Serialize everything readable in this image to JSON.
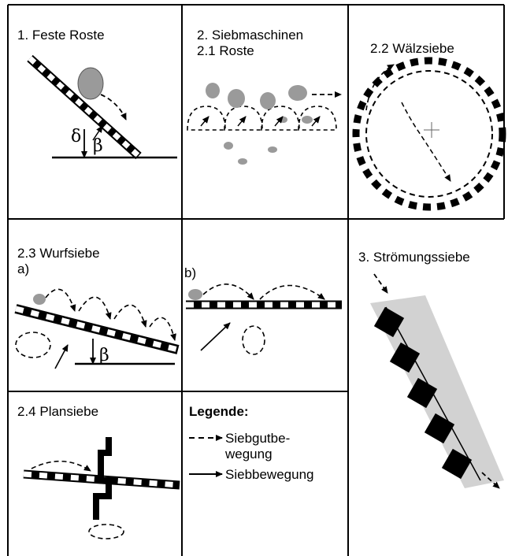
{
  "panels": {
    "p1_title": "1. Feste Roste",
    "p2_title": "2. Siebmaschinen",
    "p2_subtitle": "2.1 Roste",
    "p3_title": "2.2 Wälzsiebe",
    "p4_title": "2.3 Wurfsiebe",
    "p4_sub_a": "a)",
    "p5_sub_b": "b)",
    "p6_title": "3. Strömungssiebe",
    "p7_title": "2.4 Plansiebe"
  },
  "symbols": {
    "beta": "β",
    "delta": "δ"
  },
  "legend": {
    "title": "Legende:",
    "item1_line1": "Siebgutbe-",
    "item1_line2": "wegung",
    "item2": "Siebbewegung"
  },
  "colors": {
    "ink": "#000000",
    "particle_gray": "#9a9a9a",
    "light_gray": "#d2d2d2"
  }
}
